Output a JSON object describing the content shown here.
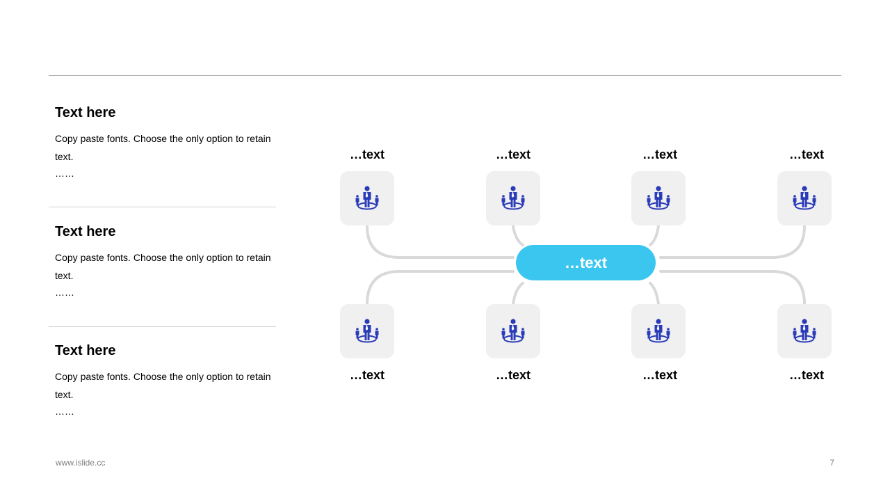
{
  "sections": [
    {
      "title": "Text here",
      "body": "Copy paste fonts. Choose the only option to retain text.",
      "ellipsis": "……"
    },
    {
      "title": "Text here",
      "body": "Copy paste fonts. Choose the only option to retain text.",
      "ellipsis": "……"
    },
    {
      "title": "Text here",
      "body": "Copy paste fonts. Choose the only option to retain text.",
      "ellipsis": "……"
    }
  ],
  "diagram": {
    "hub_label": "…text",
    "top_labels": [
      "…text",
      "…text",
      "…text",
      "…text"
    ],
    "bottom_labels": [
      "…text",
      "…text",
      "…text",
      "…text"
    ],
    "node_icon": "leader-with-team-icon",
    "colors": {
      "hub": "#3bc6f0",
      "icon": "#2a3bb7",
      "tile": "#f0f0f0",
      "connector": "#d9d9d9"
    }
  },
  "footer": {
    "url": "www.islide.cc",
    "page_number": "7"
  }
}
